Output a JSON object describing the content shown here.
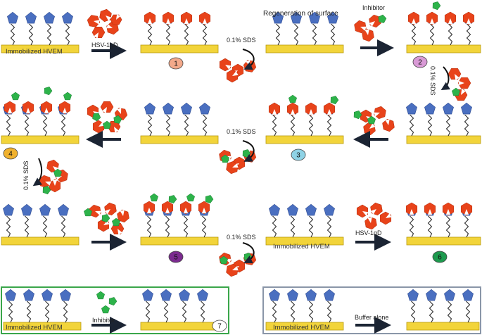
{
  "labels": {
    "immobilized": "Immobilized HVEM",
    "hsv": "HSV-1gD",
    "sds": "0.1% SDS",
    "regeneration": "Regeneration of surface",
    "inhibitor": "Inhibitor",
    "buffer": "Buffer alone"
  },
  "steps": [
    "1",
    "2",
    "3",
    "4",
    "5",
    "6",
    "7"
  ],
  "colors": {
    "surface": "#f2d43a",
    "surface_edge": "#b89a10",
    "receptor": "#4a6fc0",
    "protein": "#e8431a",
    "inhibitor": "#2db34a",
    "arrow": "#1b2433",
    "step1": "#f3a98a",
    "step2": "#d99ad6",
    "step3": "#8fd3e6",
    "step4": "#f0b12e",
    "step5": "#7b2b8f",
    "step6": "#1d9a4e",
    "step7": "#ffffff",
    "box7_border": "#3aa64a",
    "box8_border": "#8a96a8"
  },
  "icons": [
    "receptor-icon",
    "protein-icon",
    "inhibitor-icon",
    "arrow-icon",
    "curved-arrow-icon"
  ]
}
